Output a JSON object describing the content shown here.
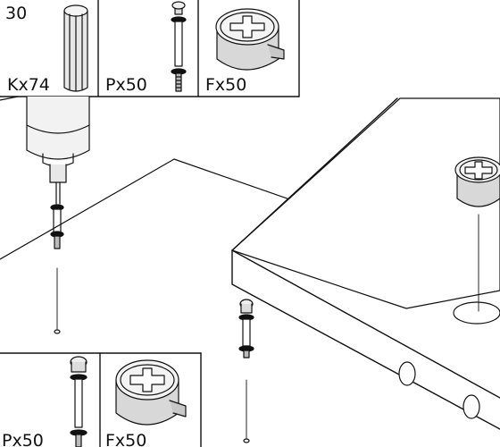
{
  "step": {
    "number": "30"
  },
  "parts_top": [
    {
      "code": "Kx74",
      "name": "wooden-dowel"
    },
    {
      "code": "Px50",
      "name": "cam-bolt"
    },
    {
      "code": "Fx50",
      "name": "cam-lock"
    }
  ],
  "parts_bottom": [
    {
      "code": "Px50",
      "name": "cam-bolt"
    },
    {
      "code": "Fx50",
      "name": "cam-lock"
    }
  ],
  "colors": {
    "line": "#111111",
    "background": "#ffffff",
    "shade": "#bdbdbd"
  }
}
